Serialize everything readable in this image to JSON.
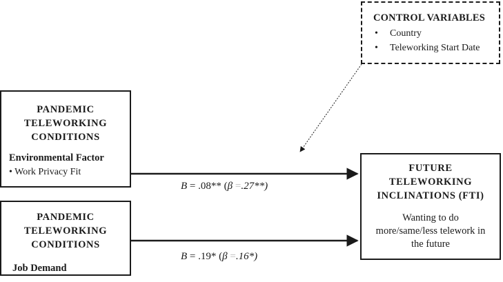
{
  "control": {
    "title": "CONTROL VARIABLES",
    "items": [
      "Country",
      "Teleworking Start Date"
    ]
  },
  "box1": {
    "title": [
      "PANDEMIC",
      "TELEWORKING",
      "CONDITIONS"
    ],
    "factor": "Environmental Factor",
    "item": "• Work Privacy Fit"
  },
  "box2": {
    "title": [
      "PANDEMIC",
      "TELEWORKING",
      "CONDITIONS"
    ],
    "factor": "Job Demand"
  },
  "outcome": {
    "title": [
      "FUTURE",
      "TELEWORKING",
      "INCLINATIONS (FTI)"
    ],
    "description": [
      "Wanting to do",
      "more/same/less telework in",
      "the future"
    ]
  },
  "paths": {
    "path1": {
      "b_symbol": "B",
      "b_value": " = .08** (",
      "beta_symbol": "β",
      "beta_eq": " =",
      "beta_value": ".27**)"
    },
    "path2": {
      "b_symbol": "B",
      "b_value": " = .19* (",
      "beta_symbol": "β",
      "beta_eq": " =",
      "beta_value": ".16*)"
    }
  }
}
